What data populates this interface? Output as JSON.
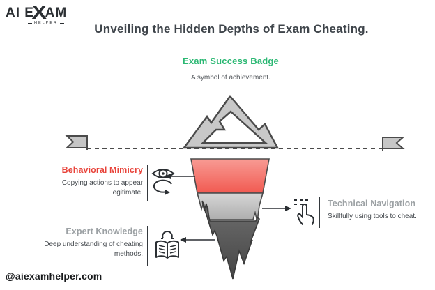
{
  "logo": {
    "part1": "AI E",
    "part2": "X",
    "part3": "AM",
    "sub": "HELPER"
  },
  "title": "Unveiling the Hidden Depths of Exam Cheating.",
  "surface": {
    "heading": "Exam Success Badge",
    "caption": "A symbol of achievement.",
    "icon": "mountain-peak-icon",
    "heading_color": "#2bb873"
  },
  "waterline": {
    "left_icon": "flag-icon",
    "right_icon": "flag-icon",
    "style": "dashed"
  },
  "layers": [
    {
      "heading": "Behavioral Mimicry",
      "caption": "Copying actions to appear legitimate.",
      "icon": "eye-rotate-icon",
      "side": "left",
      "heading_color": "#e8433a",
      "layer_color": "#f4665c"
    },
    {
      "heading": "Technical Navigation",
      "caption": "Skillfully using tools to cheat.",
      "icon": "tap-select-icon",
      "side": "right",
      "heading_color": "#9ca1a4",
      "layer_color": "#bdbdbd"
    },
    {
      "heading": "Expert Knowledge",
      "caption": "Deep understanding of cheating methods.",
      "icon": "reader-book-icon",
      "side": "left",
      "heading_color": "#9ca1a4",
      "layer_color": "#4f4f4f"
    }
  ],
  "footer": "@aiexamhelper.com",
  "colors": {
    "title_text": "#3f454b",
    "badge_green": "#2bb873",
    "mimicry_red": "#e8433a",
    "muted_heading_gray": "#9ca1a4",
    "body_text": "#43484d",
    "iceberg_red_top": "#f89b94",
    "iceberg_red_bottom": "#f15a51",
    "iceberg_gray_top": "#d6d6d6",
    "iceberg_gray_bottom": "#ababab",
    "iceberg_dark_top": "#6f6f6f",
    "iceberg_dark_bottom": "#454545",
    "outline_dark": "#4b4b4b",
    "icon_stroke": "#2b2f33"
  }
}
